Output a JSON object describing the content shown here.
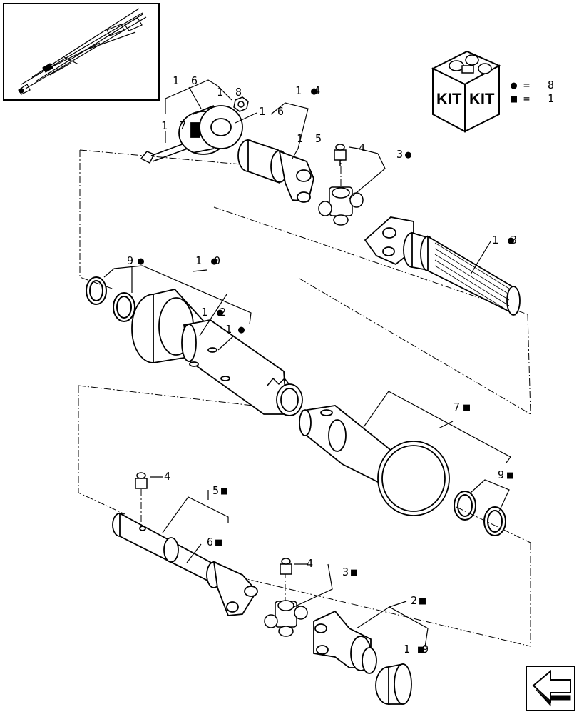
{
  "legend": {
    "kit_left": "KIT",
    "kit_right": "KIT",
    "circle_symbol": "●",
    "square_symbol": "■",
    "circle_eq": "=",
    "square_eq": "=",
    "circle_qty": "8",
    "square_qty": "1"
  },
  "callouts": {
    "c16a": "1 6",
    "c18": "1 8",
    "c16b": "1 6",
    "c17": "1 7",
    "c14": "1 4",
    "c15": "1 5",
    "c4a": "4",
    "c3a": "3",
    "c13": "1 3",
    "c9a": "9",
    "c10": "1 0",
    "c12": "1 2",
    "c11": "1",
    "c7": "7",
    "c9b": "9",
    "c4b": "4",
    "c5": "5",
    "c6": "6",
    "c4c": "4",
    "c3b": "3",
    "c2": "2",
    "c19": "1 9"
  },
  "markers": {
    "dot": "●",
    "sq": "■"
  }
}
